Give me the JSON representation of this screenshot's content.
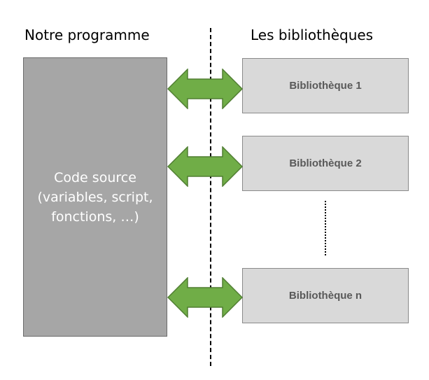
{
  "headings": {
    "program": "Notre programme",
    "libraries": "Les bibliothèques"
  },
  "source_box": {
    "label": "Code source\n(variables, script,\nfonctions, …)"
  },
  "libraries": [
    {
      "label": "Bibliothèque 1"
    },
    {
      "label": "Bibliothèque 2"
    },
    {
      "label": "Bibliothèque n"
    }
  ],
  "colors": {
    "arrow_fill": "#70ad47",
    "arrow_stroke": "#507e32",
    "source_box": "#a6a6a6",
    "library_box": "#d9d9d9",
    "library_text": "#595959"
  }
}
